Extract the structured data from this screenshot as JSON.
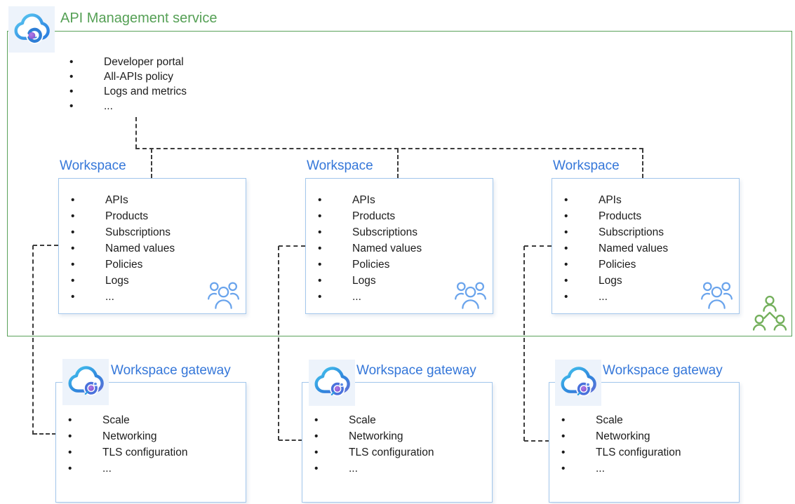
{
  "bullet": "•",
  "service": {
    "title": "API Management service",
    "items": [
      "Developer portal",
      "All-APIs policy",
      "Logs and metrics",
      "..."
    ]
  },
  "workspaces": [
    {
      "title": "Workspace",
      "items": [
        "APIs",
        "Products",
        "Subscriptions",
        "Named values",
        "Policies",
        "Logs",
        "..."
      ]
    },
    {
      "title": "Workspace",
      "items": [
        "APIs",
        "Products",
        "Subscriptions",
        "Named values",
        "Policies",
        "Logs",
        "..."
      ]
    },
    {
      "title": "Workspace",
      "items": [
        "APIs",
        "Products",
        "Subscriptions",
        "Named values",
        "Policies",
        "Logs",
        "..."
      ]
    }
  ],
  "gateways": [
    {
      "title": "Workspace gateway",
      "items": [
        "Scale",
        "Networking",
        "TLS configuration",
        "..."
      ]
    },
    {
      "title": "Workspace gateway",
      "items": [
        "Scale",
        "Networking",
        "TLS configuration",
        "..."
      ]
    },
    {
      "title": "Workspace gateway",
      "items": [
        "Scale",
        "Networking",
        "TLS configuration",
        "..."
      ]
    }
  ],
  "icons": {
    "service": "api-management-cloud-icon",
    "gateway": "workspace-gateway-cloud-icon",
    "workspace_members": "people-group-icon",
    "service_members": "people-hierarchy-icon"
  },
  "colors": {
    "green_border": "#5AA15A",
    "green_title": "#55A055",
    "blue_title": "#3577D9",
    "box_border": "#A3C7EC",
    "dashed_line": "#3C3C3C",
    "text": "#1C1C1C",
    "people_blue": "#6AA4EC",
    "people_green": "#74B05C",
    "cloud_cyan": "#55C6F0",
    "cloud_blue": "#2A7DE0",
    "dot_purple": "#8D5BD2"
  }
}
